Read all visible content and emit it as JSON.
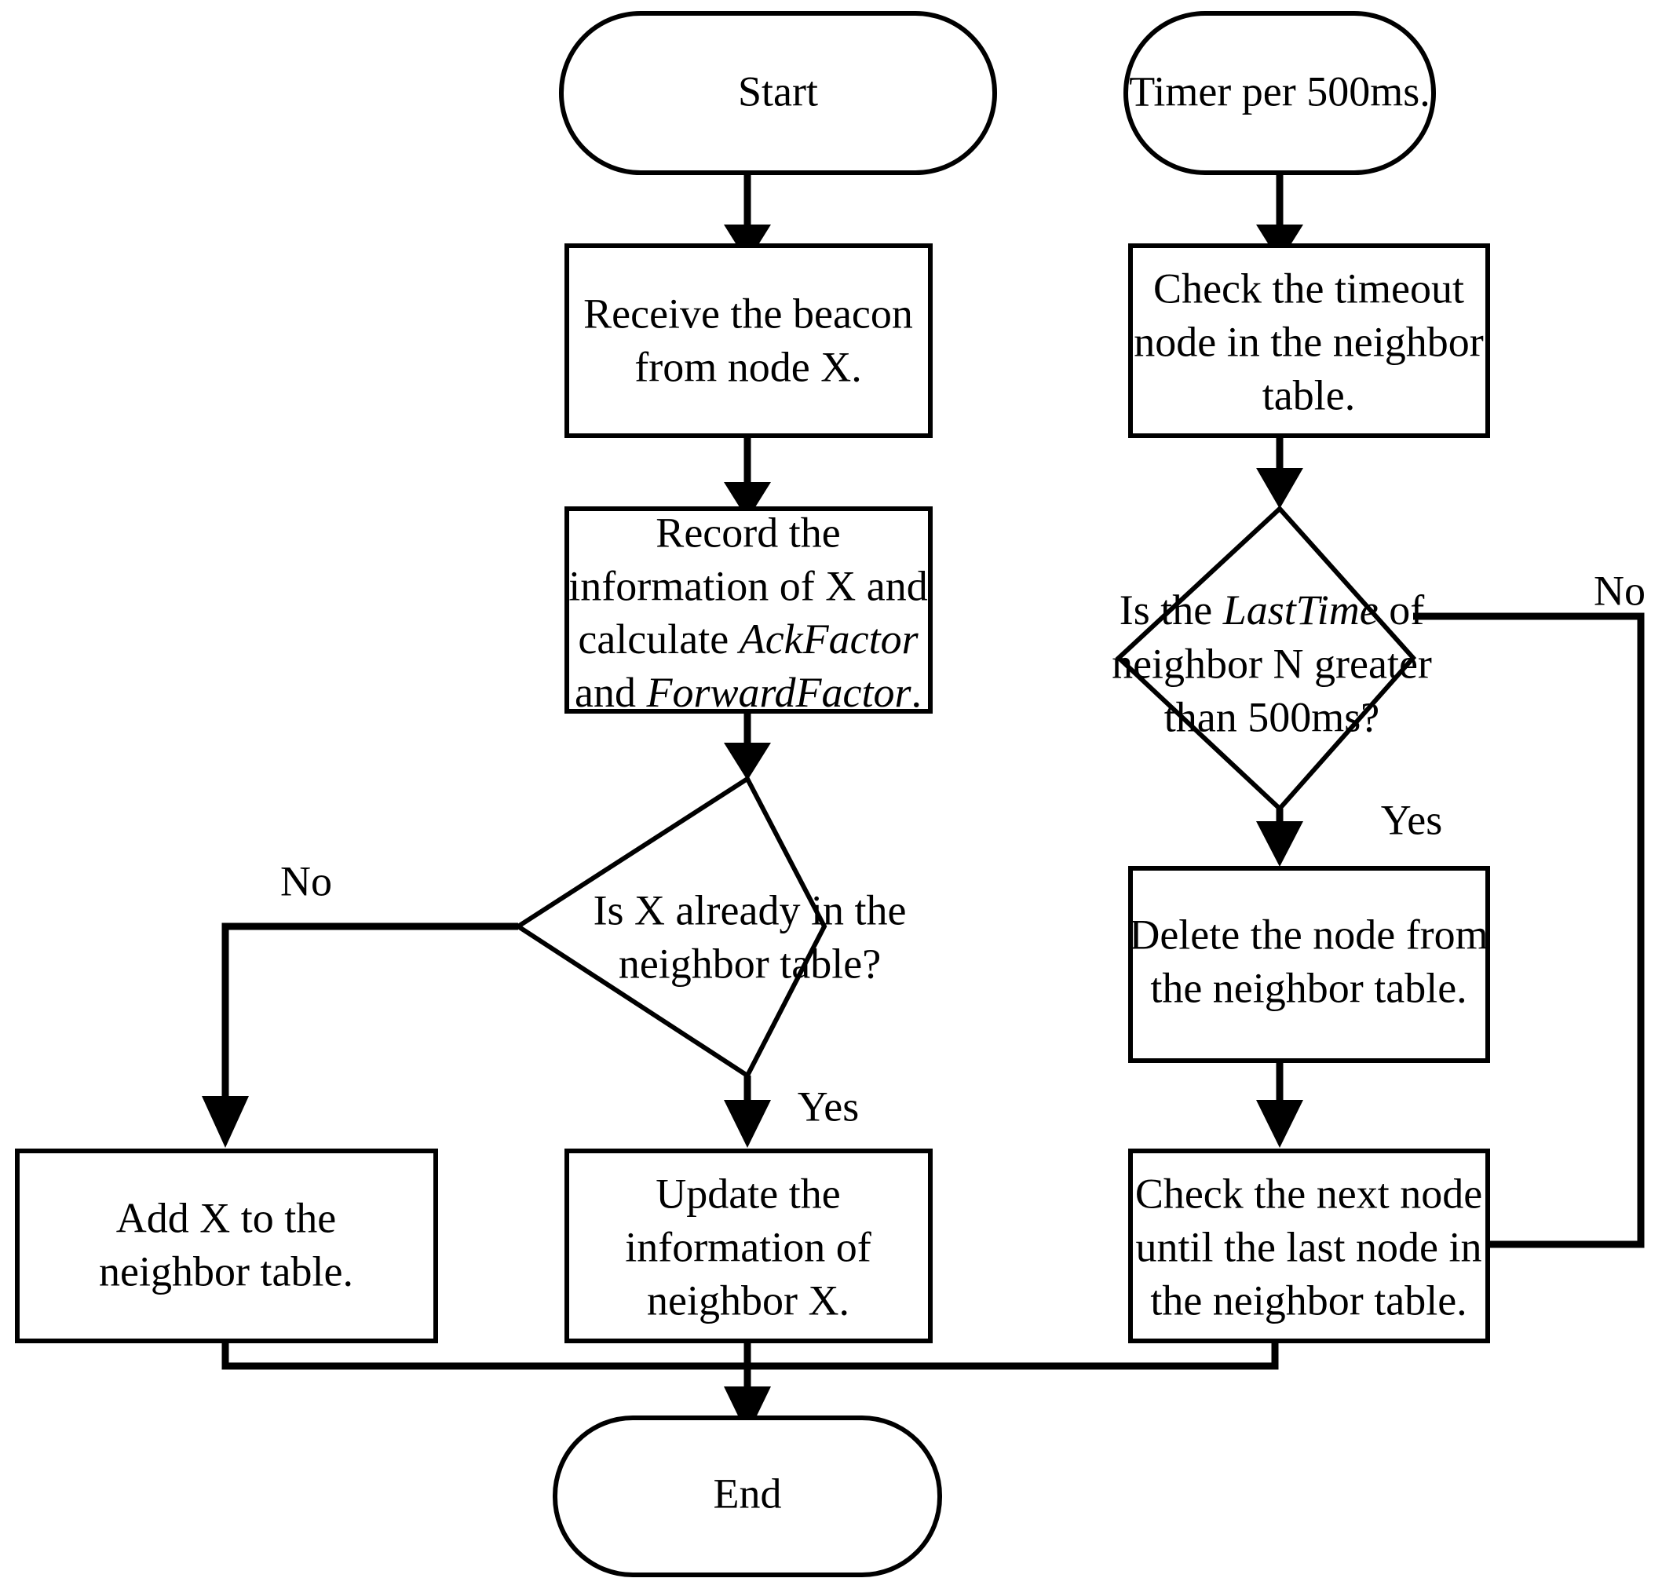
{
  "diagram": {
    "type": "flowchart",
    "title": "Neighbor table maintenance flowchart",
    "background_color": "#ffffff",
    "line_color": "#000000",
    "fill_color": "#ffffff"
  },
  "nodes": {
    "start": {
      "shape": "terminator",
      "label": "Start"
    },
    "timer": {
      "shape": "terminator",
      "label": "Timer per 500ms."
    },
    "receive_beacon": {
      "shape": "process",
      "lines": [
        "Receive the beacon",
        "from node X."
      ]
    },
    "check_timeout": {
      "shape": "process",
      "lines": [
        "Check the timeout",
        "node in the neighbor",
        "table."
      ]
    },
    "record_info": {
      "shape": "process",
      "lines": [
        "Record the",
        "information of X and",
        "calculate ",
        "and "
      ],
      "line1": "Record the",
      "line2": "information of X and",
      "line3_plain": "calculate ",
      "line3_italic": "AckFactor",
      "line4_plain": "and ",
      "line4_italic": "ForwardFactor",
      "line4_tail": "."
    },
    "last_time_decision": {
      "shape": "decision",
      "line1_plain": "Is the ",
      "line1_italic": "LastTime",
      "line1_tail": " of",
      "line2": "neighbor N greater",
      "line3": "than 500ms?"
    },
    "x_in_table_decision": {
      "shape": "decision",
      "lines": [
        "Is X already in the",
        "neighbor table?"
      ]
    },
    "delete_node": {
      "shape": "process",
      "lines": [
        "Delete the node from",
        "the neighbor table."
      ]
    },
    "add_x": {
      "shape": "process",
      "lines": [
        "Add X to the",
        "neighbor table."
      ]
    },
    "update_info": {
      "shape": "process",
      "lines": [
        "Update the",
        "information of",
        "neighbor X."
      ]
    },
    "check_next_node": {
      "shape": "process",
      "lines": [
        "Check the next node",
        "until the last node in",
        "the neighbor table."
      ]
    },
    "end": {
      "shape": "terminator",
      "label": "End"
    }
  },
  "edge_labels": {
    "decision_x_no": "No",
    "decision_x_yes": "Yes",
    "decision_lasttime_no": "No",
    "decision_lasttime_yes": "Yes"
  }
}
